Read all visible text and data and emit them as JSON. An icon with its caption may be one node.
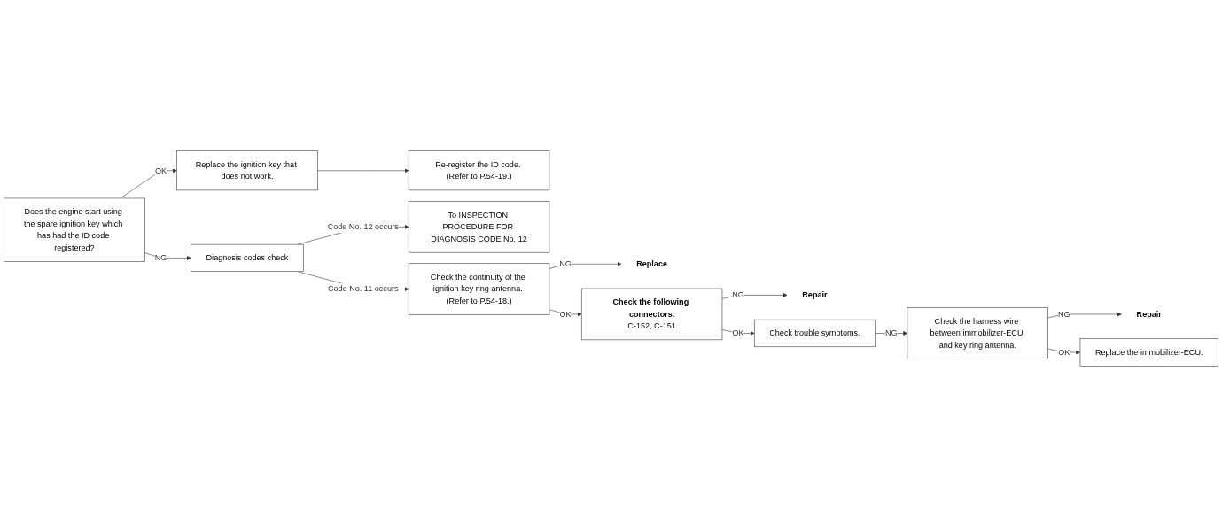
{
  "diagram": {
    "nodes": [
      {
        "text": [
          "Does the engine start using the spare ignition key which has had the ID code registered?"
        ]
      },
      {
        "text": [
          "Replace the ignition key that does not work."
        ]
      },
      {
        "text": [
          "Re-register the ID code. (Refer to P.54-19.)"
        ]
      },
      {
        "text": [
          "Diagnosis codes check"
        ]
      },
      {
        "text": [
          "To INSPECTION PROCEDURE FOR DIAGNOSIS CODE No. 12"
        ]
      },
      {
        "text": [
          "Check the continuity of the ignition key ring antenna. (Refer to P.54-18.)"
        ]
      },
      {
        "text": [
          "Replace"
        ]
      },
      {
        "text": [
          "Check the following connectors.",
          "C-152, C-151"
        ]
      },
      {
        "text": [
          "Repair"
        ]
      },
      {
        "text": [
          "Check trouble symptoms."
        ]
      },
      {
        "text": [
          "Check the harness wire between immobilizer-ECU and key ring antenna."
        ]
      },
      {
        "text": [
          "Repair"
        ]
      },
      {
        "text": [
          "Replace the immobilizer-ECU."
        ]
      }
    ],
    "edges": [
      {
        "from": 0,
        "to": 1,
        "arrow": "to",
        "label": "OK"
      },
      {
        "from": 1,
        "to": 2,
        "arrow": "to"
      },
      {
        "from": 0,
        "to": 3,
        "arrow": "to",
        "label": "NG"
      },
      {
        "from": 3,
        "to": 4,
        "arrow": "to",
        "label": "Code No. 12 occurs"
      },
      {
        "from": 3,
        "to": 5,
        "arrow": "to",
        "label": "Code No. 11 occurs"
      },
      {
        "from": 5,
        "to": 6,
        "arrow": "to",
        "label": "NG"
      },
      {
        "from": 5,
        "to": 7,
        "arrow": "to",
        "label": "OK"
      },
      {
        "from": 7,
        "to": 8,
        "arrow": "to",
        "label": "NG"
      },
      {
        "from": 7,
        "to": 9,
        "arrow": "to",
        "label": "OK"
      },
      {
        "from": 9,
        "to": 10,
        "arrow": "to",
        "label": "NG"
      },
      {
        "from": 10,
        "to": 11,
        "arrow": "to",
        "label": "NG"
      },
      {
        "from": 10,
        "to": 12,
        "arrow": "to",
        "label": "OK"
      }
    ]
  }
}
